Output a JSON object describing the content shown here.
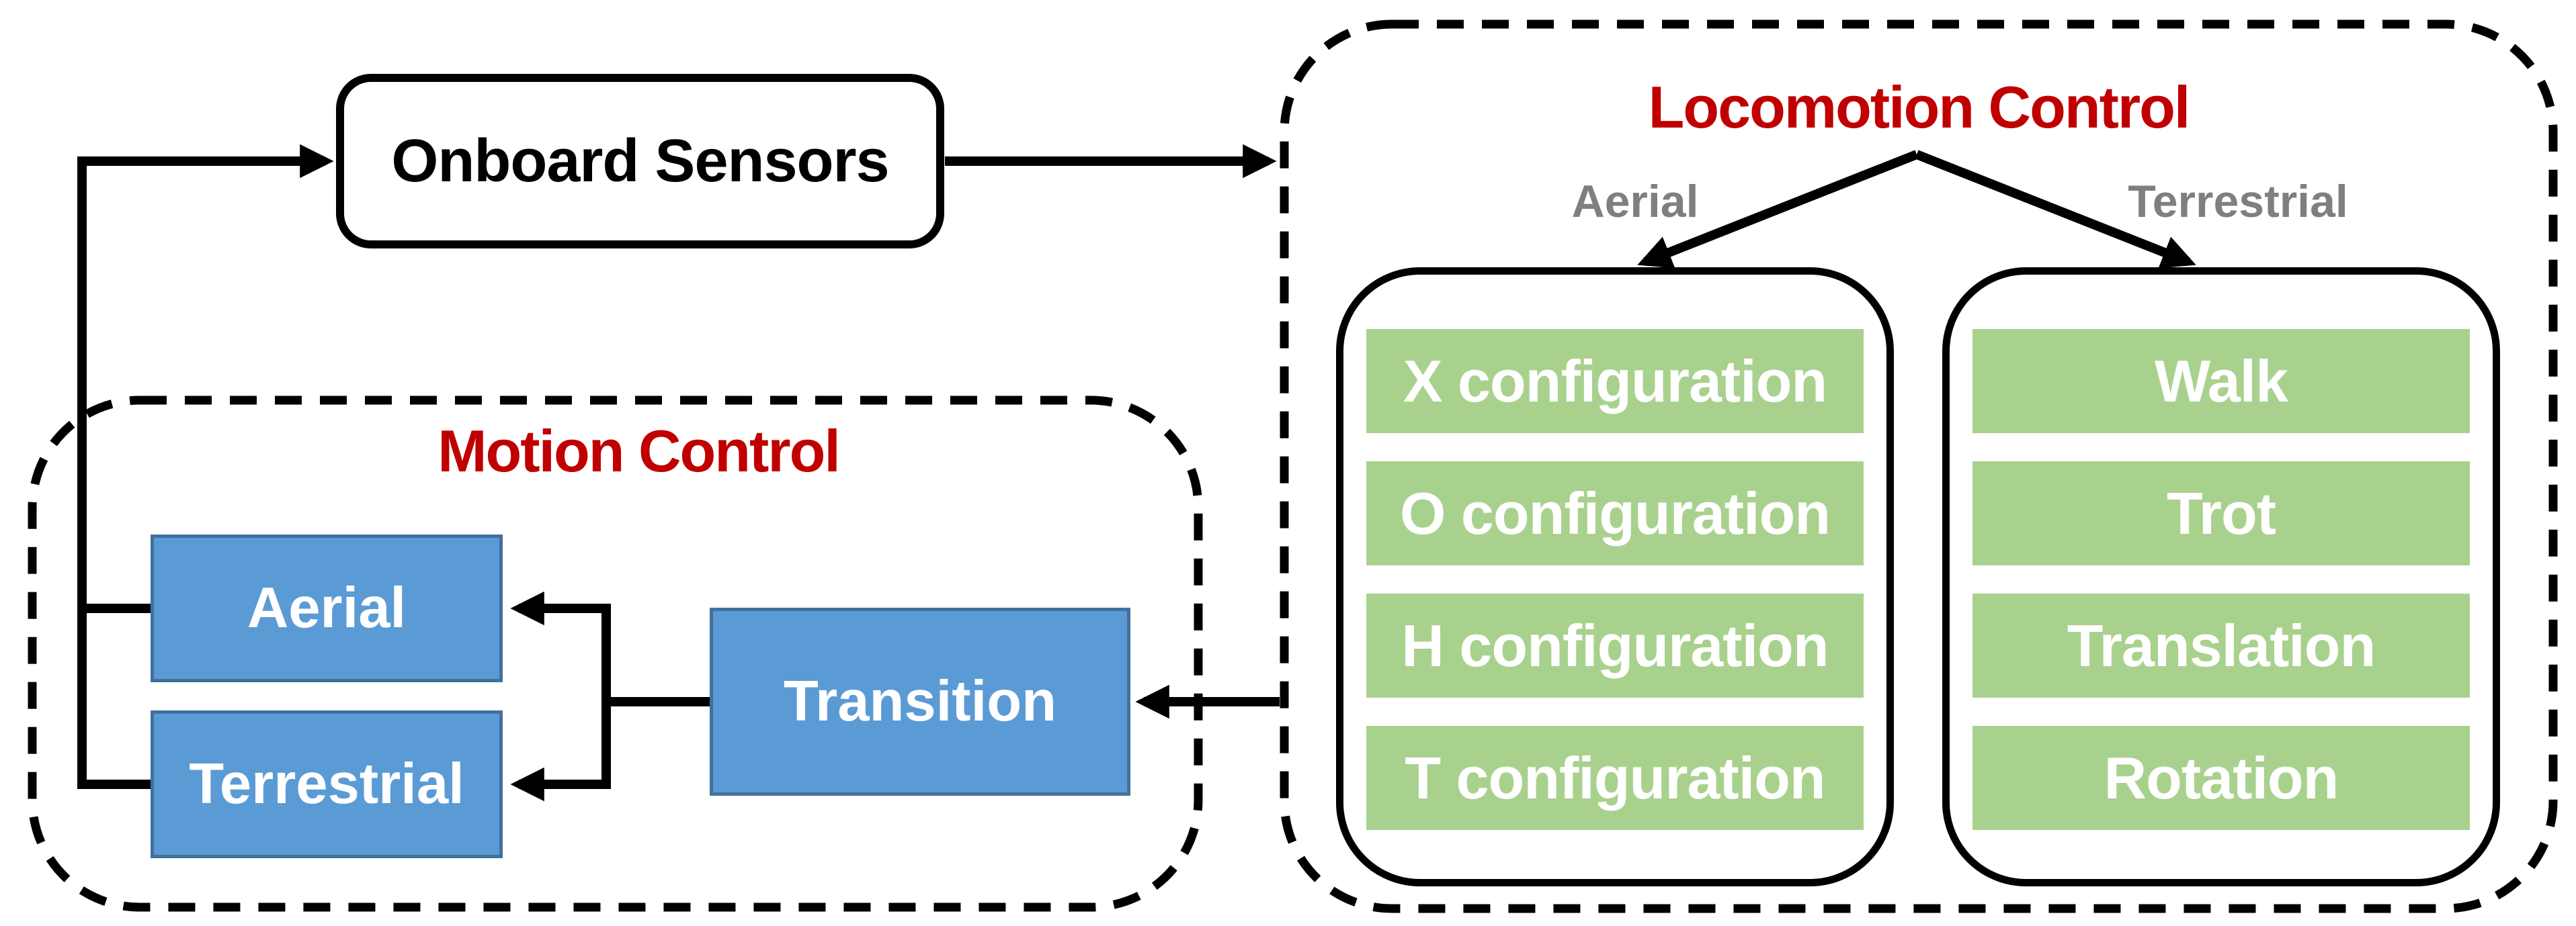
{
  "diagram": {
    "onboard_sensors": "Onboard Sensors",
    "locomotion": {
      "title": "Locomotion Control",
      "aerial_branch_label": "Aerial",
      "terrestrial_branch_label": "Terrestrial",
      "aerial_items": [
        "X configuration",
        "O configuration",
        "H configuration",
        "T configuration"
      ],
      "terrestrial_items": [
        "Walk",
        "Trot",
        "Translation",
        "Rotation"
      ]
    },
    "motion": {
      "title": "Motion Control",
      "aerial": "Aerial",
      "terrestrial": "Terrestrial",
      "transition": "Transition"
    },
    "colors": {
      "title_red": "#c00000",
      "branch_gray": "#7f7f7f",
      "item_green": "#a9d18e",
      "mode_blue": "#5b9bd5",
      "mode_blue_border": "#41719c",
      "line_black": "#000000"
    }
  }
}
